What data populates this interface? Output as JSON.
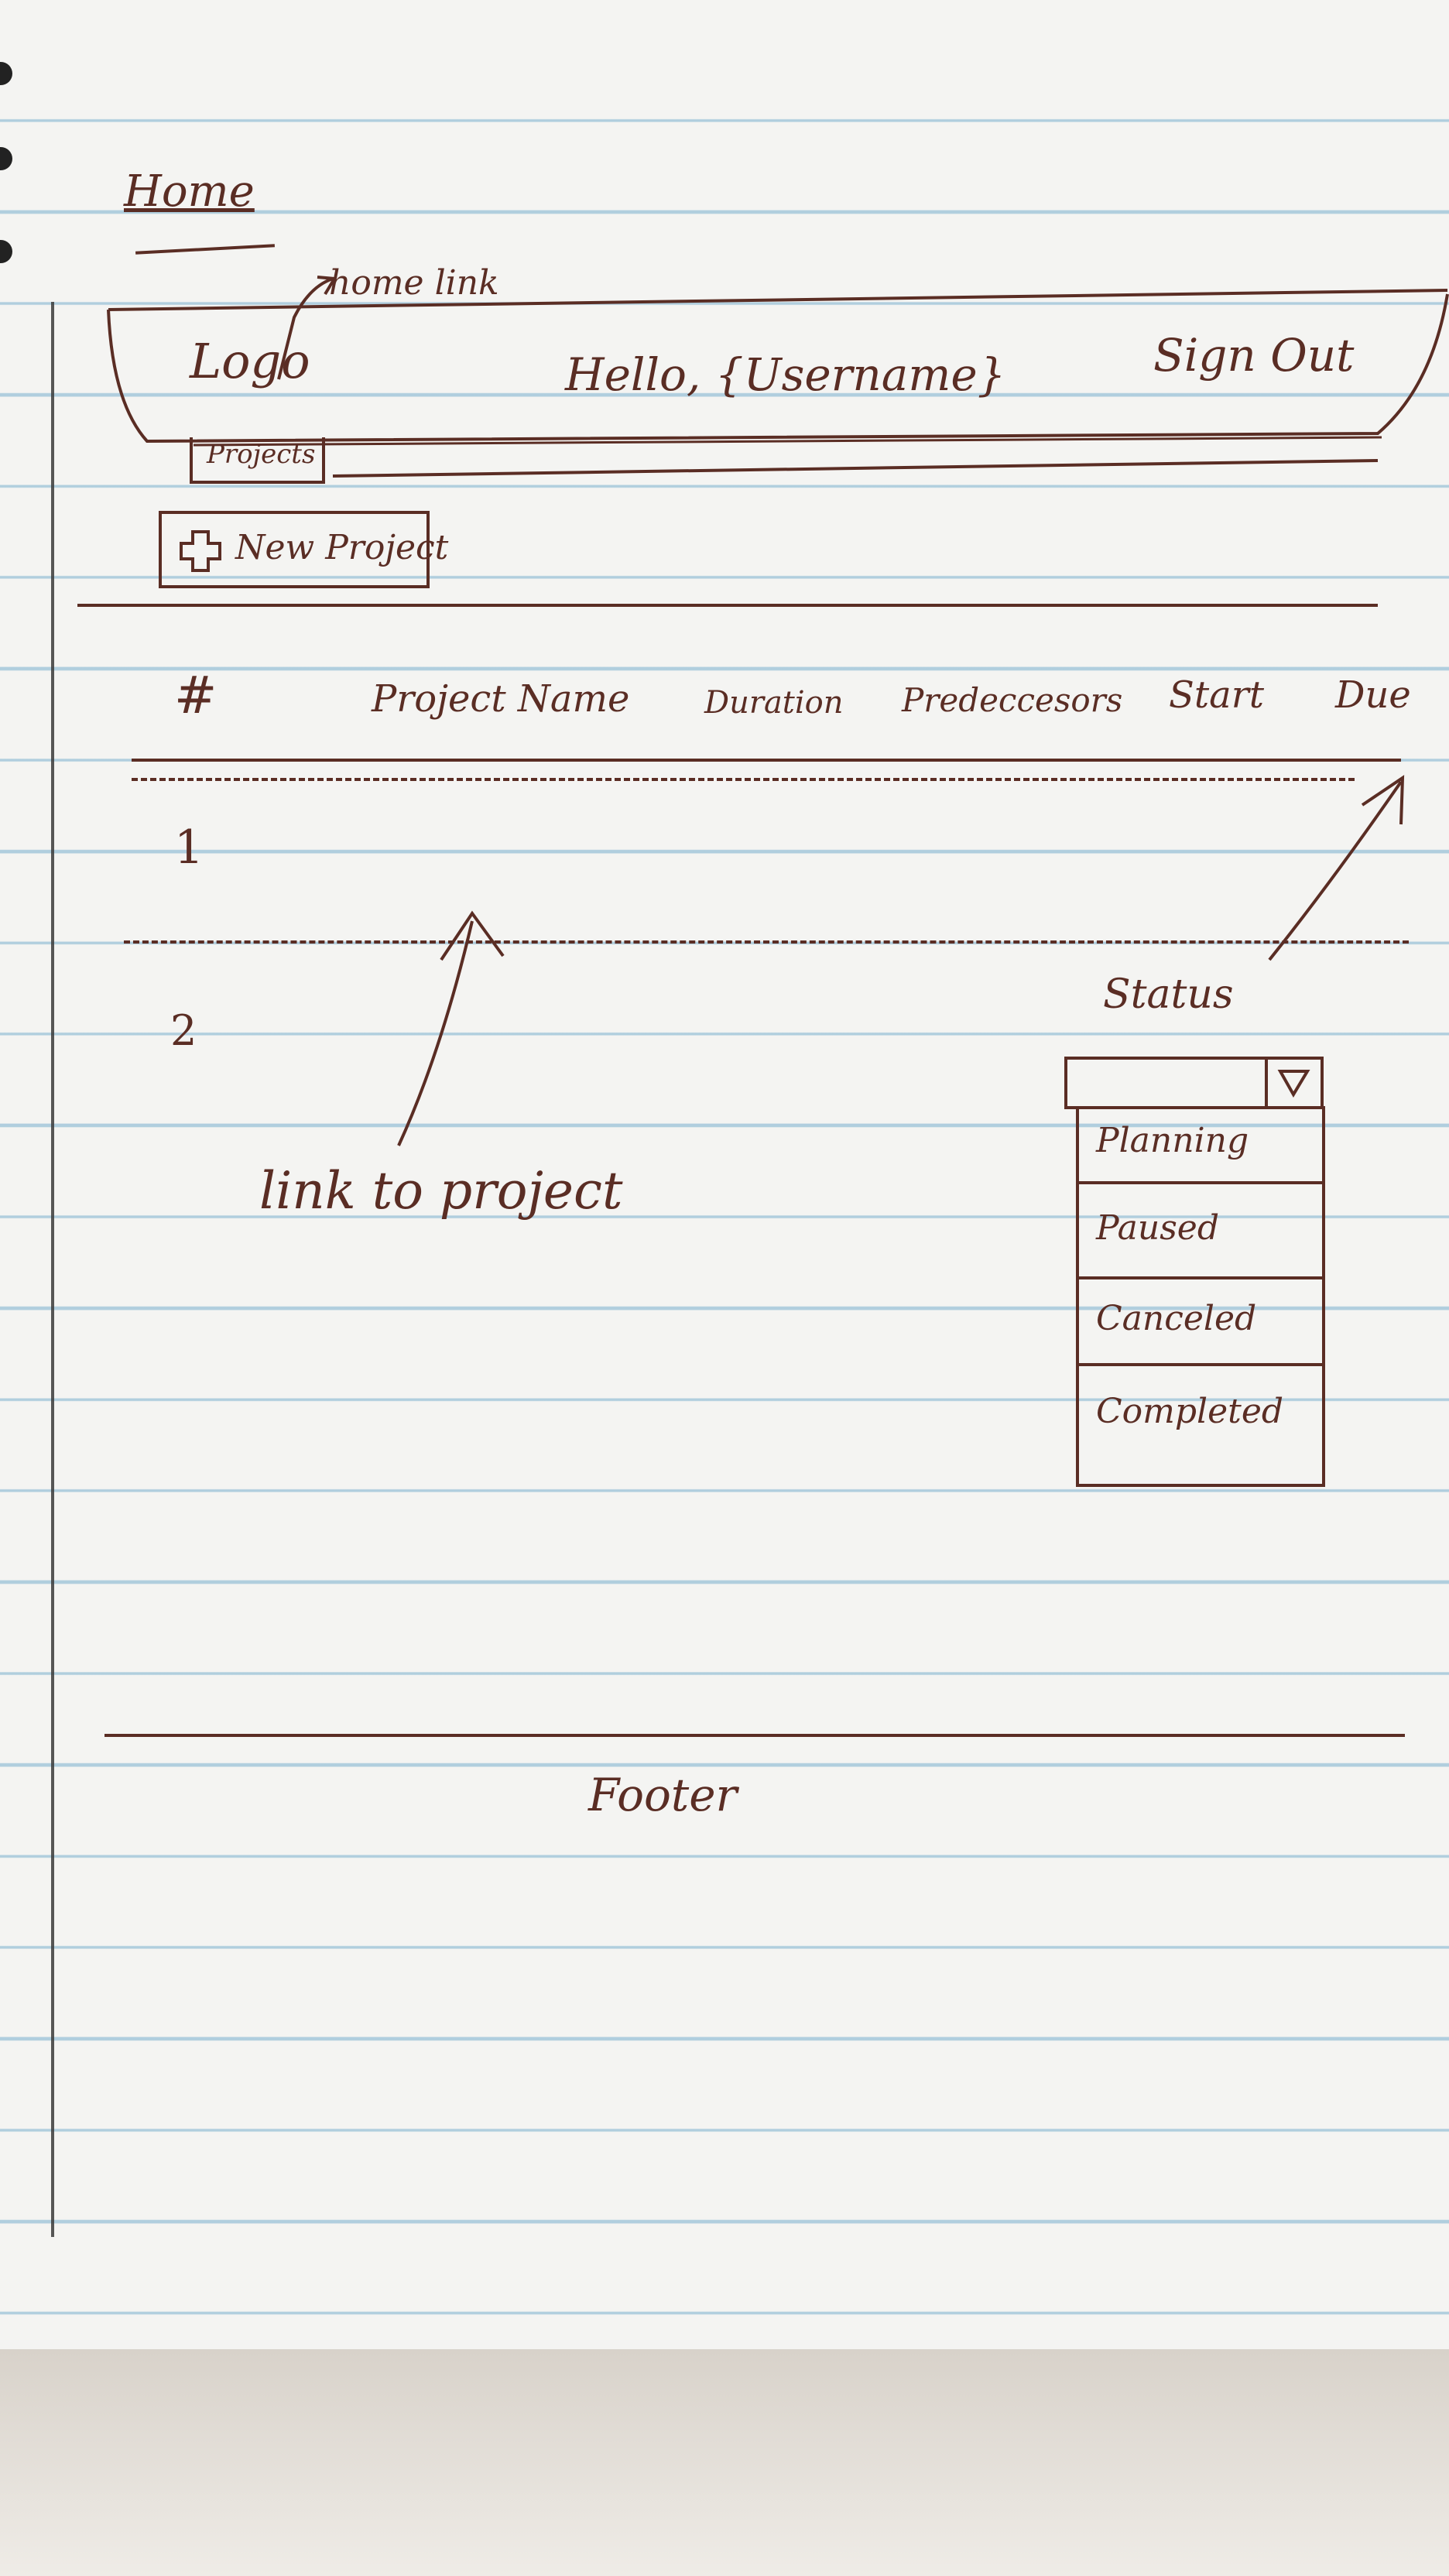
{
  "page_title": "Home",
  "annotations": {
    "home_link": "home link",
    "link_to_project": "link to project"
  },
  "header": {
    "logo": "Logo",
    "greeting": "Hello, {Username}",
    "sign_out": "Sign Out",
    "projects_tab": "Projects"
  },
  "toolbar": {
    "new_project_icon": "plus-icon",
    "new_project_label": "New Project"
  },
  "table": {
    "columns": [
      "#",
      "Project Name",
      "Duration",
      "Predeccesors",
      "Start",
      "Due"
    ],
    "rows": [
      {
        "number": "1"
      },
      {
        "number": "2"
      }
    ]
  },
  "status": {
    "label": "Status",
    "dropdown_icon": "triangle-down-icon",
    "options": [
      "Planning",
      "Paused",
      "Canceled",
      "Completed"
    ]
  },
  "footer": {
    "label": "Footer"
  },
  "colors": {
    "ink": "#5a2d24",
    "rule": "#78afcd",
    "paper": "#f4f4f2"
  }
}
